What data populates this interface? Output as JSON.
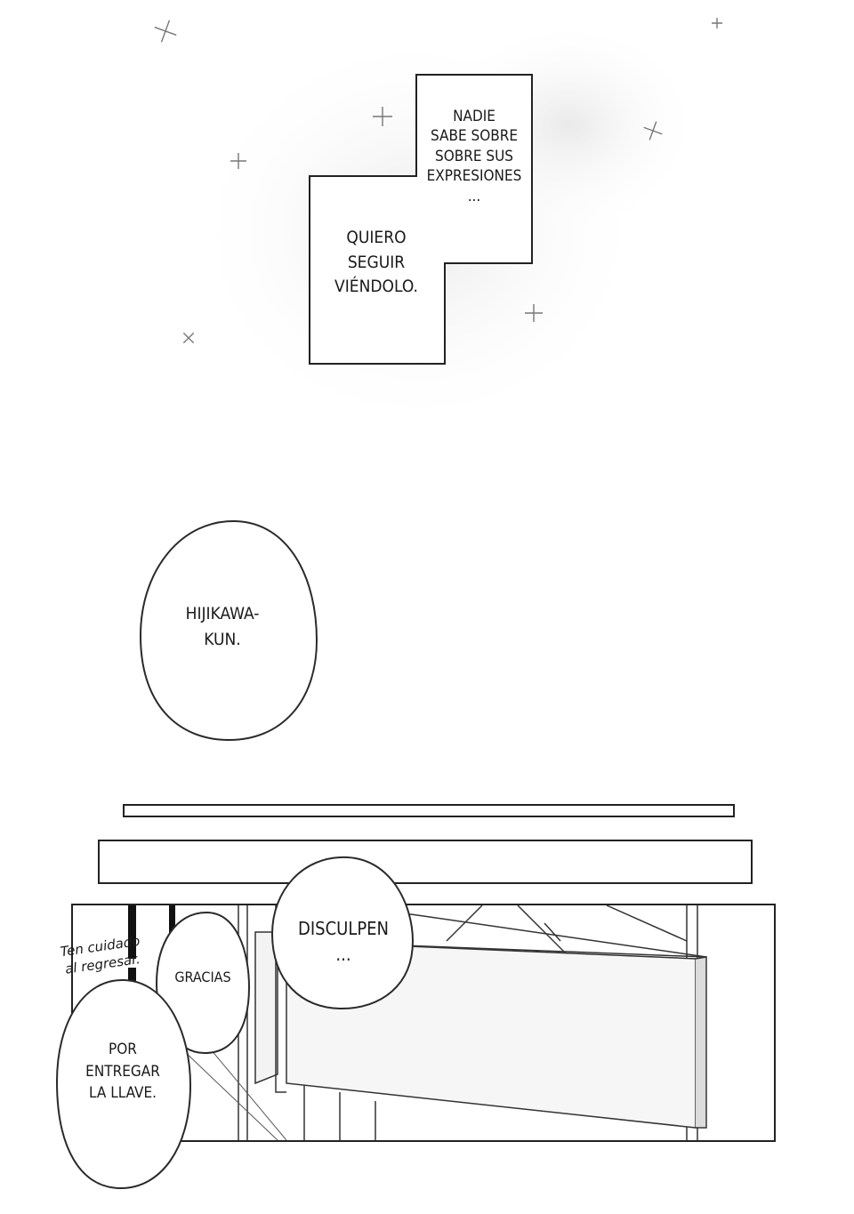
{
  "narration": {
    "box1_text": "NADIE\nSABE SOBRE\nSOBRE SUS\nEXPRESIONES\n...",
    "box2_text": "QUIERO\nSEGUIR\nVIÉNDOLO."
  },
  "bubbles": {
    "hijikawa": "HIJIKAWA-\nKUN.",
    "disculpen": "DISCULPEN\n...",
    "gracias": "GRACIAS",
    "por_entregar": "POR\nENTREGAR\nLA LLAVE.",
    "side_note": "Ten cuidado\nal regresar."
  }
}
